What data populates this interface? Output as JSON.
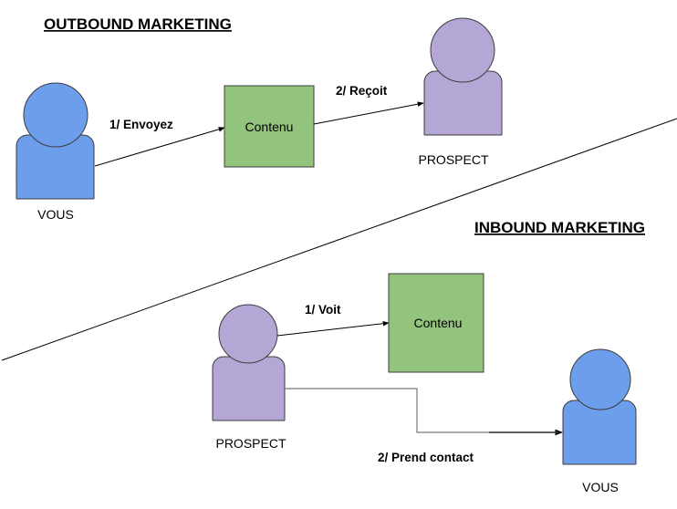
{
  "colors": {
    "you": "#6d9eeb",
    "prospect": "#b4a7d6",
    "content": "#93c47d",
    "stroke": "#3c3c3c",
    "line": "#000000"
  },
  "outbound": {
    "title": "OUTBOUND MARKETING",
    "you_label": "VOUS",
    "content_label": "Contenu",
    "prospect_label": "PROSPECT",
    "step1_label": "1/ Envoyez",
    "step2_label": "2/ Reçoit"
  },
  "inbound": {
    "title": "INBOUND MARKETING",
    "prospect_label": "PROSPECT",
    "content_label": "Contenu",
    "you_label": "VOUS",
    "step1_label": "1/ Voit",
    "step2_label": "2/ Prend contact"
  }
}
